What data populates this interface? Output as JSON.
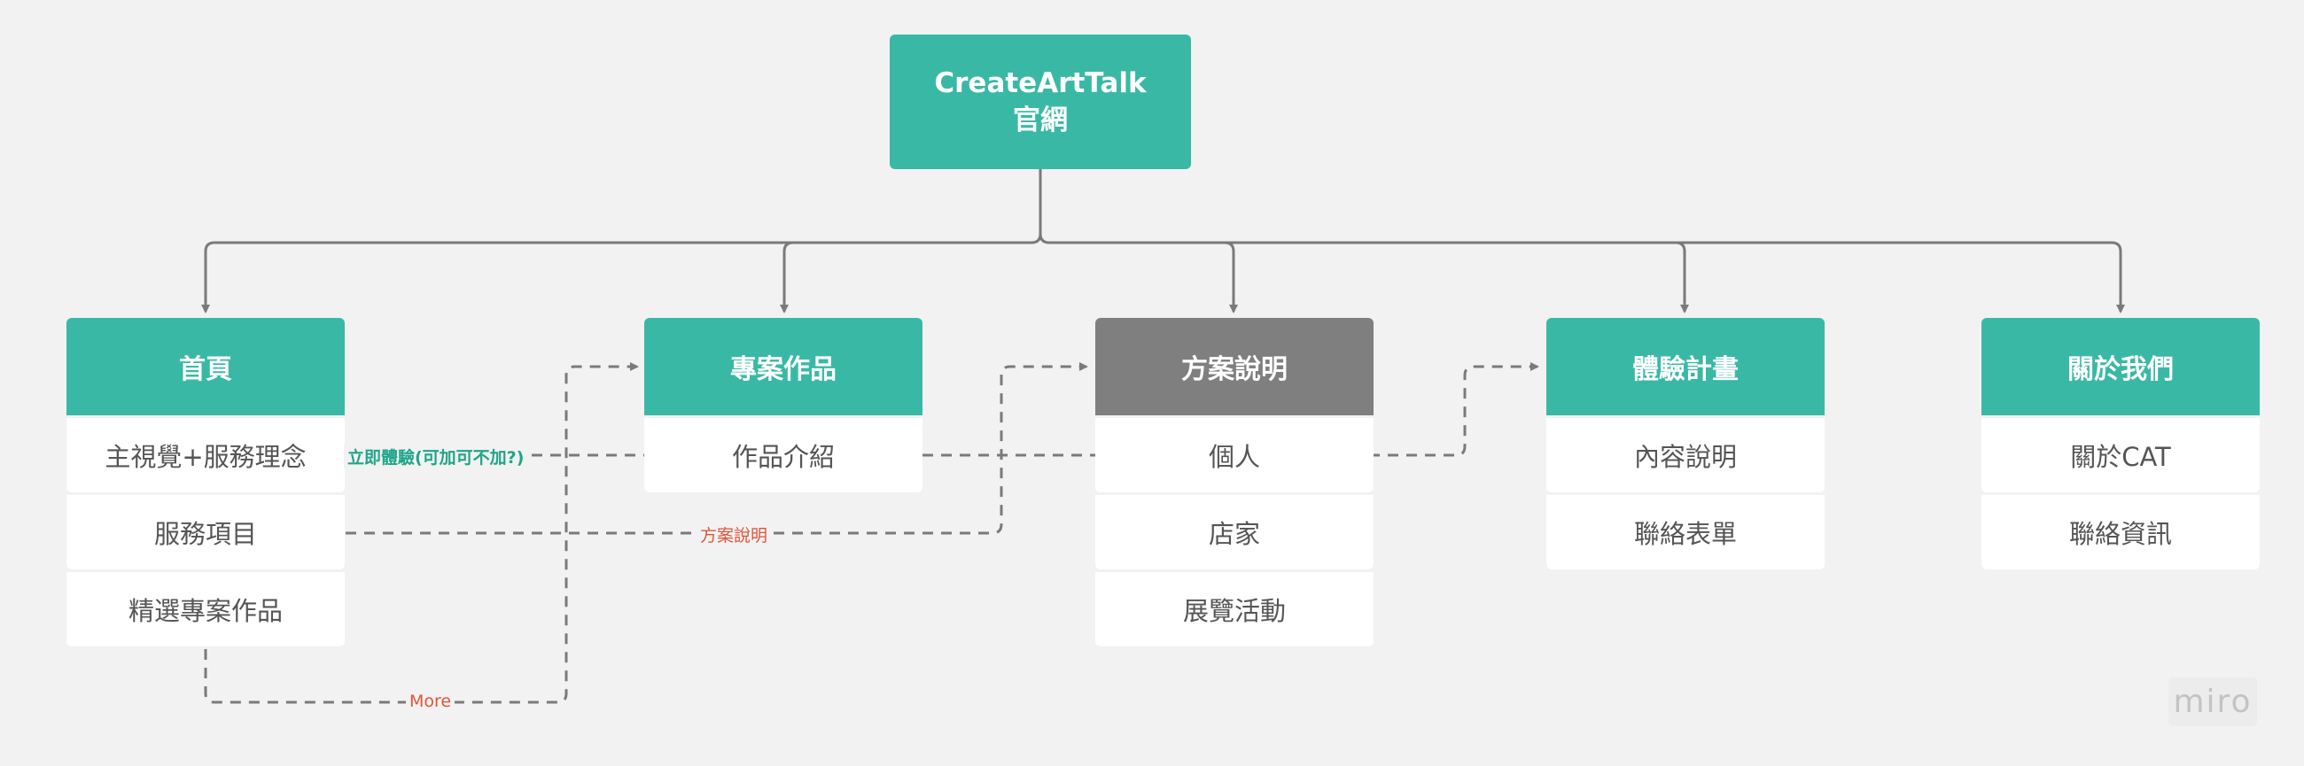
{
  "root": {
    "title": "CreateArtTalk",
    "subtitle": "官網"
  },
  "columns": [
    {
      "title": "首頁",
      "items": [
        "主視覺+服務理念",
        "服務項目",
        "精選專案作品"
      ]
    },
    {
      "title": "專案作品",
      "items": [
        "作品介紹"
      ]
    },
    {
      "title": "方案說明",
      "items": [
        "個人",
        "店家",
        "展覽活動"
      ]
    },
    {
      "title": "體驗計畫",
      "items": [
        "內容說明",
        "聯絡表單"
      ]
    },
    {
      "title": "關於我們",
      "items": [
        "關於CAT",
        "聯絡資訊"
      ]
    }
  ],
  "edge_labels": {
    "try_now": "立即體驗(可加可不加?)",
    "plan": "方案說明",
    "more": "More"
  },
  "watermark": "miro",
  "colors": {
    "teal": "#39b9a5",
    "gray_node": "#7f7f7f",
    "connector": "#7a7a7a",
    "label_green": "#20a58a",
    "label_red": "#e1533a",
    "background": "#f2f2f2"
  }
}
